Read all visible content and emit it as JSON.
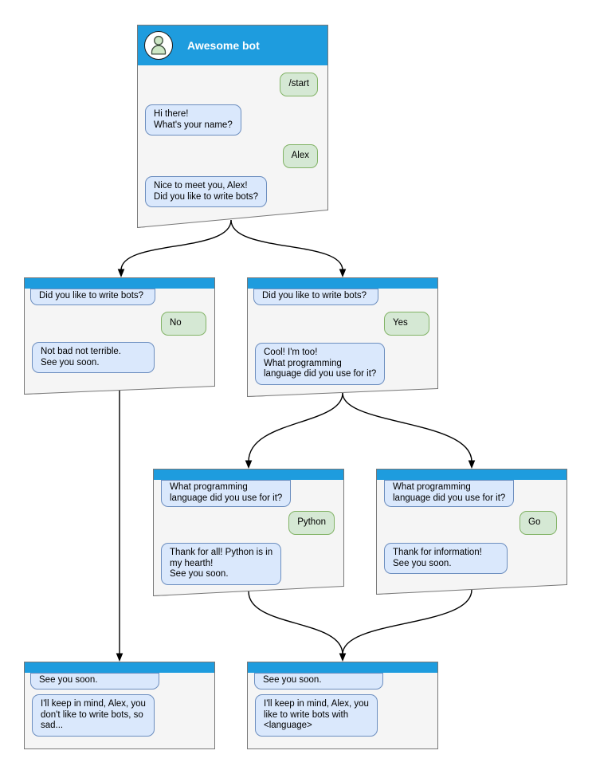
{
  "colors": {
    "header": "#1E9CDE",
    "window_bg": "#F5F5F5",
    "window_border": "#787878",
    "bot_bubble": "#DAE8FC",
    "bot_border": "#6C8EBF",
    "user_bubble": "#D5E8D4",
    "user_border": "#82B366",
    "connector": "#000000",
    "title_text": "#FFFFFF",
    "avatar_fill": "#CDE7C5",
    "avatar_stroke": "#3E4F3E"
  },
  "nodes": [
    {
      "id": "root",
      "title": "Awesome bot",
      "bubbles": [
        {
          "from": "user",
          "text": "/start"
        },
        {
          "from": "bot",
          "text": "Hi there!\nWhat's your name?"
        },
        {
          "from": "user",
          "text": "Alex"
        },
        {
          "from": "bot",
          "text": "Nice to meet you, Alex!\nDid you like to write bots?"
        }
      ]
    },
    {
      "id": "branch-no",
      "bubbles": [
        {
          "from": "bot",
          "text": "Did you like to write bots?"
        },
        {
          "from": "user",
          "text": "No"
        },
        {
          "from": "bot",
          "text": "Not bad not terrible.\nSee you soon."
        }
      ]
    },
    {
      "id": "branch-yes",
      "bubbles": [
        {
          "from": "bot",
          "text": "Did you like to write bots?"
        },
        {
          "from": "user",
          "text": "Yes"
        },
        {
          "from": "bot",
          "text": "Cool! I'm too!\nWhat programming\nlanguage did you use for it?"
        }
      ]
    },
    {
      "id": "branch-python",
      "bubbles": [
        {
          "from": "bot",
          "text": "What programming\nlanguage did you use for it?"
        },
        {
          "from": "user",
          "text": "Python"
        },
        {
          "from": "bot",
          "text": "Thank for all! Python is in\nmy hearth!\nSee you soon."
        }
      ]
    },
    {
      "id": "branch-go",
      "bubbles": [
        {
          "from": "bot",
          "text": "What programming\nlanguage did you use for it?"
        },
        {
          "from": "user",
          "text": "Go"
        },
        {
          "from": "bot",
          "text": "Thank for information!\nSee you soon."
        }
      ]
    },
    {
      "id": "end-no",
      "bubbles": [
        {
          "from": "bot",
          "text": "See you soon."
        },
        {
          "from": "bot",
          "text": "I'll keep in mind, Alex, you\ndon't like to write bots, so\nsad..."
        }
      ]
    },
    {
      "id": "end-yes",
      "bubbles": [
        {
          "from": "bot",
          "text": "See you soon."
        },
        {
          "from": "bot",
          "text": "I'll keep in mind, Alex, you\nlike to write bots with\n<language>"
        }
      ]
    }
  ]
}
